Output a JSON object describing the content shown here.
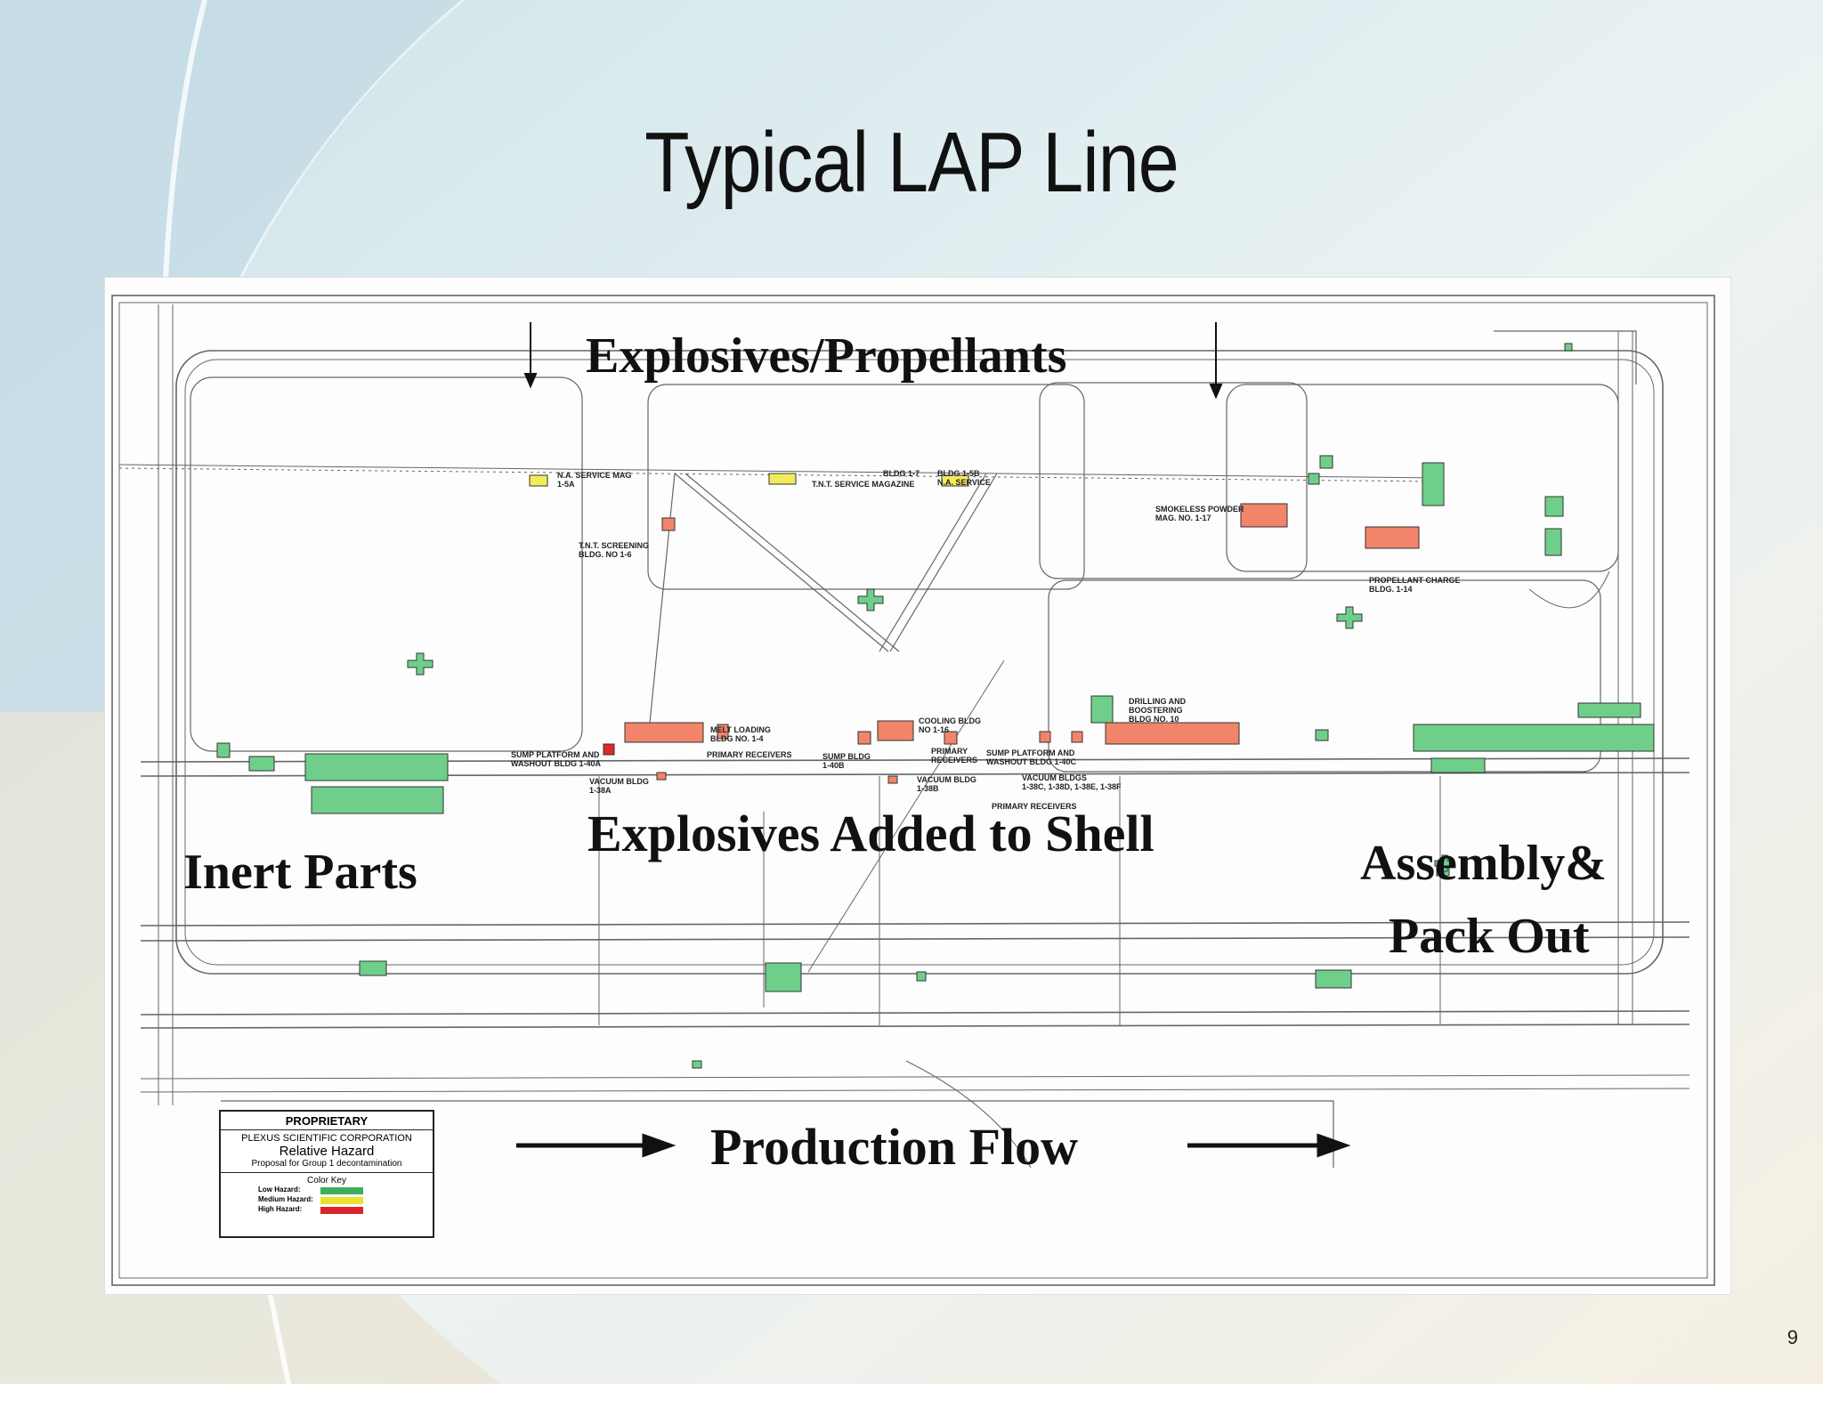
{
  "slide": {
    "title": "Typical LAP Line",
    "page_number": "9"
  },
  "overlays": {
    "explosives_propellants": "Explosives/Propellants",
    "explosives_added": "Explosives Added to Shell",
    "inert_parts": "Inert Parts",
    "assembly_1": "Assembly&",
    "assembly_2": "Pack Out",
    "production_flow": "Production Flow"
  },
  "labels": {
    "na_service_mag": "N.A. SERVICE MAG\n1-5A",
    "bldg_1_7": "BLDG 1-7",
    "tnt_service_magazine": "T.N.T. SERVICE MAGAZINE",
    "bldg_1_5b": "BLDG 1-5B\nN.A. SERVICE",
    "tnt_screening": "T.N.T. SCREENING\nBLDG. NO 1-6",
    "smokeless_powder": "SMOKELESS POWDER\nMAG. NO. 1-17",
    "propellant_charge": "PROPELLANT CHARGE\nBLDG. 1-14",
    "melt_loading": "MELT LOADING\nBLDG NO. 1-4",
    "primary_receivers_1": "PRIMARY RECEIVERS",
    "sump_platform_a": "SUMP PLATFORM AND\nWASHOUT BLDG 1-40A",
    "vacuum_bldg_a": "VACUUM BLDG\n1-38A",
    "cooling_bldg": "COOLING BLDG\nNO 1-16",
    "sump_bldg_b": "SUMP BLDG\n1-40B",
    "primary_receivers_2": "PRIMARY\nRECEIVERS",
    "vacuum_bldg_b": "VACUUM BLDG\n1-38B",
    "sump_platform_c": "SUMP PLATFORM AND\nWASHOUT BLDG 1-40C",
    "vacuum_bldgs": "VACUUM BLDGS\n1-38C, 1-38D, 1-38E, 1-38F",
    "primary_receivers_3": "PRIMARY RECEIVERS",
    "drilling_boostering": "DRILLING AND\nBOOSTERING\nBLDG NO. 10"
  },
  "legend": {
    "title": "PROPRIETARY",
    "company": "PLEXUS SCIENTIFIC CORPORATION",
    "subtitle": "Relative Hazard",
    "proposal": "Proposal for Group 1 decontamination",
    "color_key": "Color Key",
    "items": [
      {
        "label": "Low Hazard:",
        "color": "#3fae5a"
      },
      {
        "label": "Medium Hazard:",
        "color": "#e8e231"
      },
      {
        "label": "High Hazard:",
        "color": "#d9262a"
      }
    ]
  },
  "colors": {
    "low": "#6fcf8a",
    "medium": "#f2ec5c",
    "high": "#f2846a",
    "high_dark": "#e02a2a"
  }
}
